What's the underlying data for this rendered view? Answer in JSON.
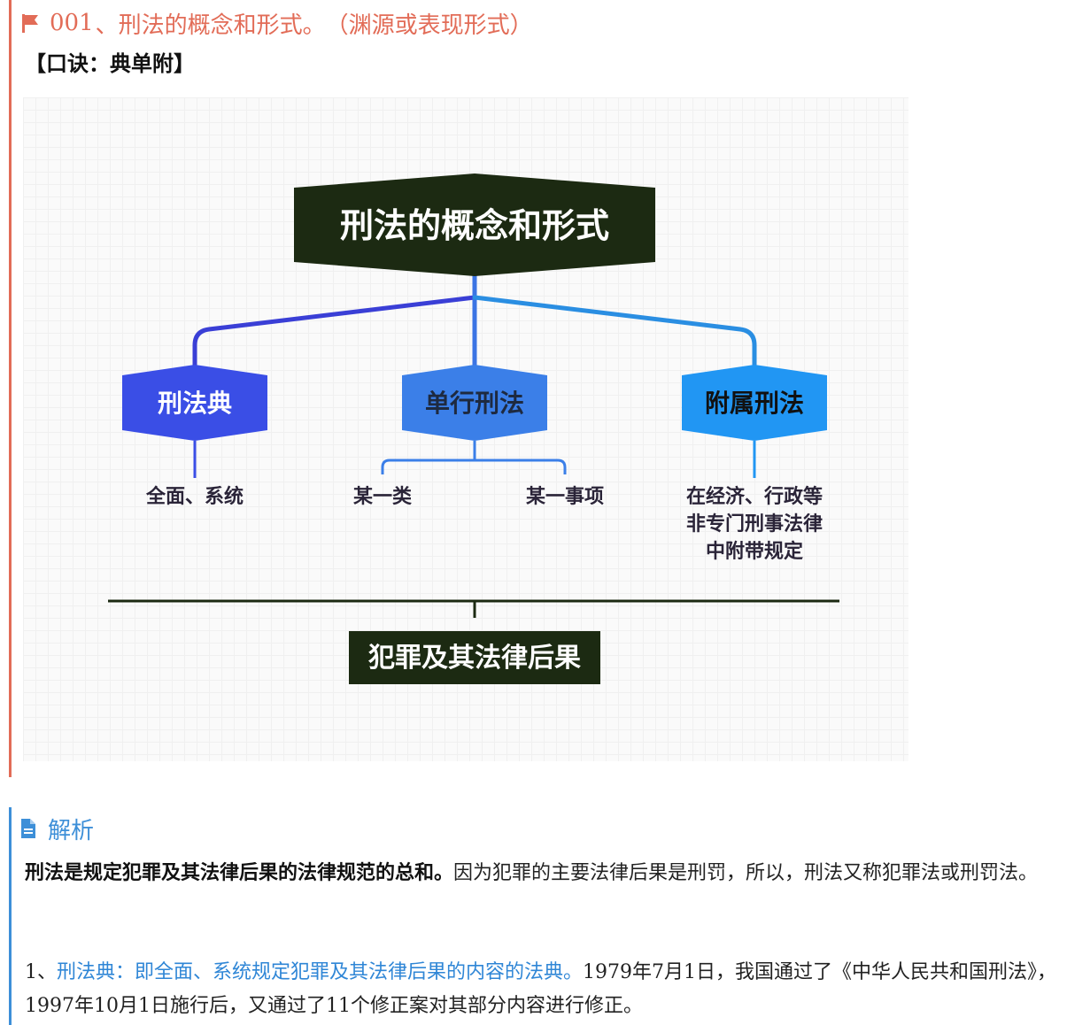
{
  "question": {
    "number": "001",
    "separator": "、",
    "title": "刑法的概念和形式。",
    "subtitle": "（渊源或表现形式）",
    "mnemonic": "【口诀：典单附】"
  },
  "diagram": {
    "root": "刑法的概念和形式",
    "branches": [
      {
        "label": "刑法典",
        "color": "#3a4ee6",
        "details": [
          "全面、系统"
        ]
      },
      {
        "label": "单行刑法",
        "color": "#3b7fe8",
        "details": [
          "某一类",
          "某一事项"
        ]
      },
      {
        "label": "附属刑法",
        "color": "#2196f3",
        "details": [
          "在经济、行政等",
          "非专门刑事法律",
          "中附带规定"
        ]
      }
    ],
    "footer": "犯罪及其法律后果",
    "colors": {
      "root_bg": "#1c2a12",
      "footer_bg": "#1c2a12",
      "line_left": "#3a3fd6",
      "line_right": "#2a8ee2",
      "detail_text": "#2a2438"
    }
  },
  "analysis": {
    "heading": "解析",
    "p1_bold": "刑法是规定犯罪及其法律后果的法律规范的总和。",
    "p1_rest": "因为犯罪的主要法律后果是刑罚，所以，刑法又称犯罪法或刑罚法。",
    "p2_index": "1、",
    "p2_highlight": "刑法典：即全面、系统规定犯罪及其法律后果的内容的法典。",
    "p2_rest": "1979年7月1日，我国通过了《中华人民共和国刑法》，1997年10月1日施行后，又通过了11个修正案对其部分内容进行修正。"
  },
  "colors": {
    "accent_red": "#e26c57",
    "accent_blue": "#3d8fd8",
    "highlight": "#2f86d6"
  },
  "icons": {
    "title_icon": "flag-icon",
    "analysis_icon": "document-icon"
  }
}
